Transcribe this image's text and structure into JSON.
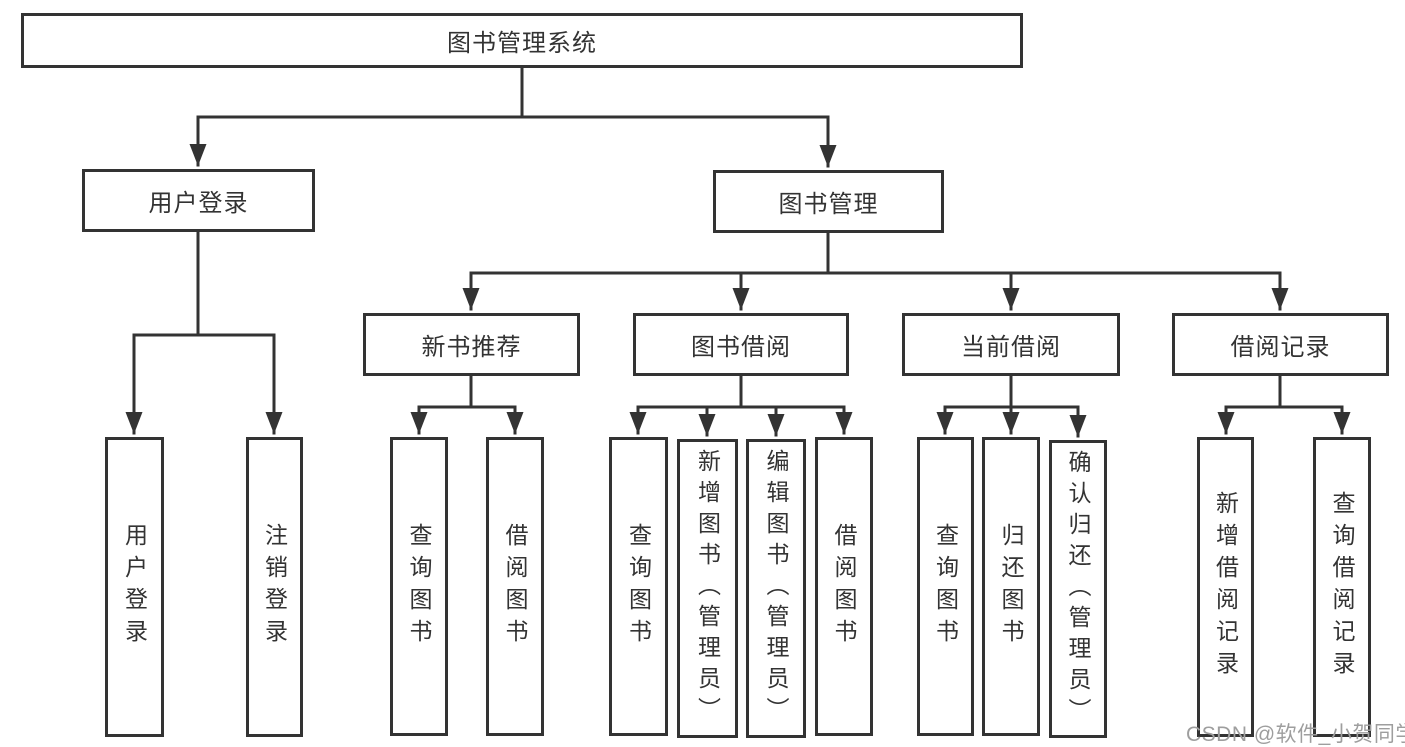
{
  "diagram": {
    "title": "图书管理系统",
    "root": {
      "label": "图书管理系统"
    },
    "level2": [
      {
        "label": "用户登录"
      },
      {
        "label": "图书管理"
      }
    ],
    "level3": [
      {
        "label": "新书推荐",
        "parent": "图书管理"
      },
      {
        "label": "图书借阅",
        "parent": "图书管理"
      },
      {
        "label": "当前借阅",
        "parent": "图书管理"
      },
      {
        "label": "借阅记录",
        "parent": "图书管理"
      }
    ],
    "leaves": [
      {
        "label": "用户登录",
        "parent": "用户登录"
      },
      {
        "label": "注销登录",
        "parent": "用户登录"
      },
      {
        "label": "查询图书",
        "parent": "新书推荐"
      },
      {
        "label": "借阅图书",
        "parent": "新书推荐"
      },
      {
        "label": "查询图书",
        "parent": "图书借阅"
      },
      {
        "label": "新增图书（管理员）",
        "parent": "图书借阅"
      },
      {
        "label": "编辑图书（管理员）",
        "parent": "图书借阅"
      },
      {
        "label": "借阅图书",
        "parent": "图书借阅"
      },
      {
        "label": "查询图书",
        "parent": "当前借阅"
      },
      {
        "label": "归还图书",
        "parent": "当前借阅"
      },
      {
        "label": "确认归还（管理员）",
        "parent": "当前借阅"
      },
      {
        "label": "新增借阅记录",
        "parent": "借阅记录"
      },
      {
        "label": "查询借阅记录",
        "parent": "借阅记录"
      }
    ],
    "colors": {
      "line": "#333333",
      "box_border": "#333333",
      "box_fill": "#ffffff",
      "text": "#333333",
      "watermark": "#9e9e9e",
      "background": "#ffffff"
    }
  },
  "watermark": {
    "text": "CSDN @软件_小贺同学"
  }
}
